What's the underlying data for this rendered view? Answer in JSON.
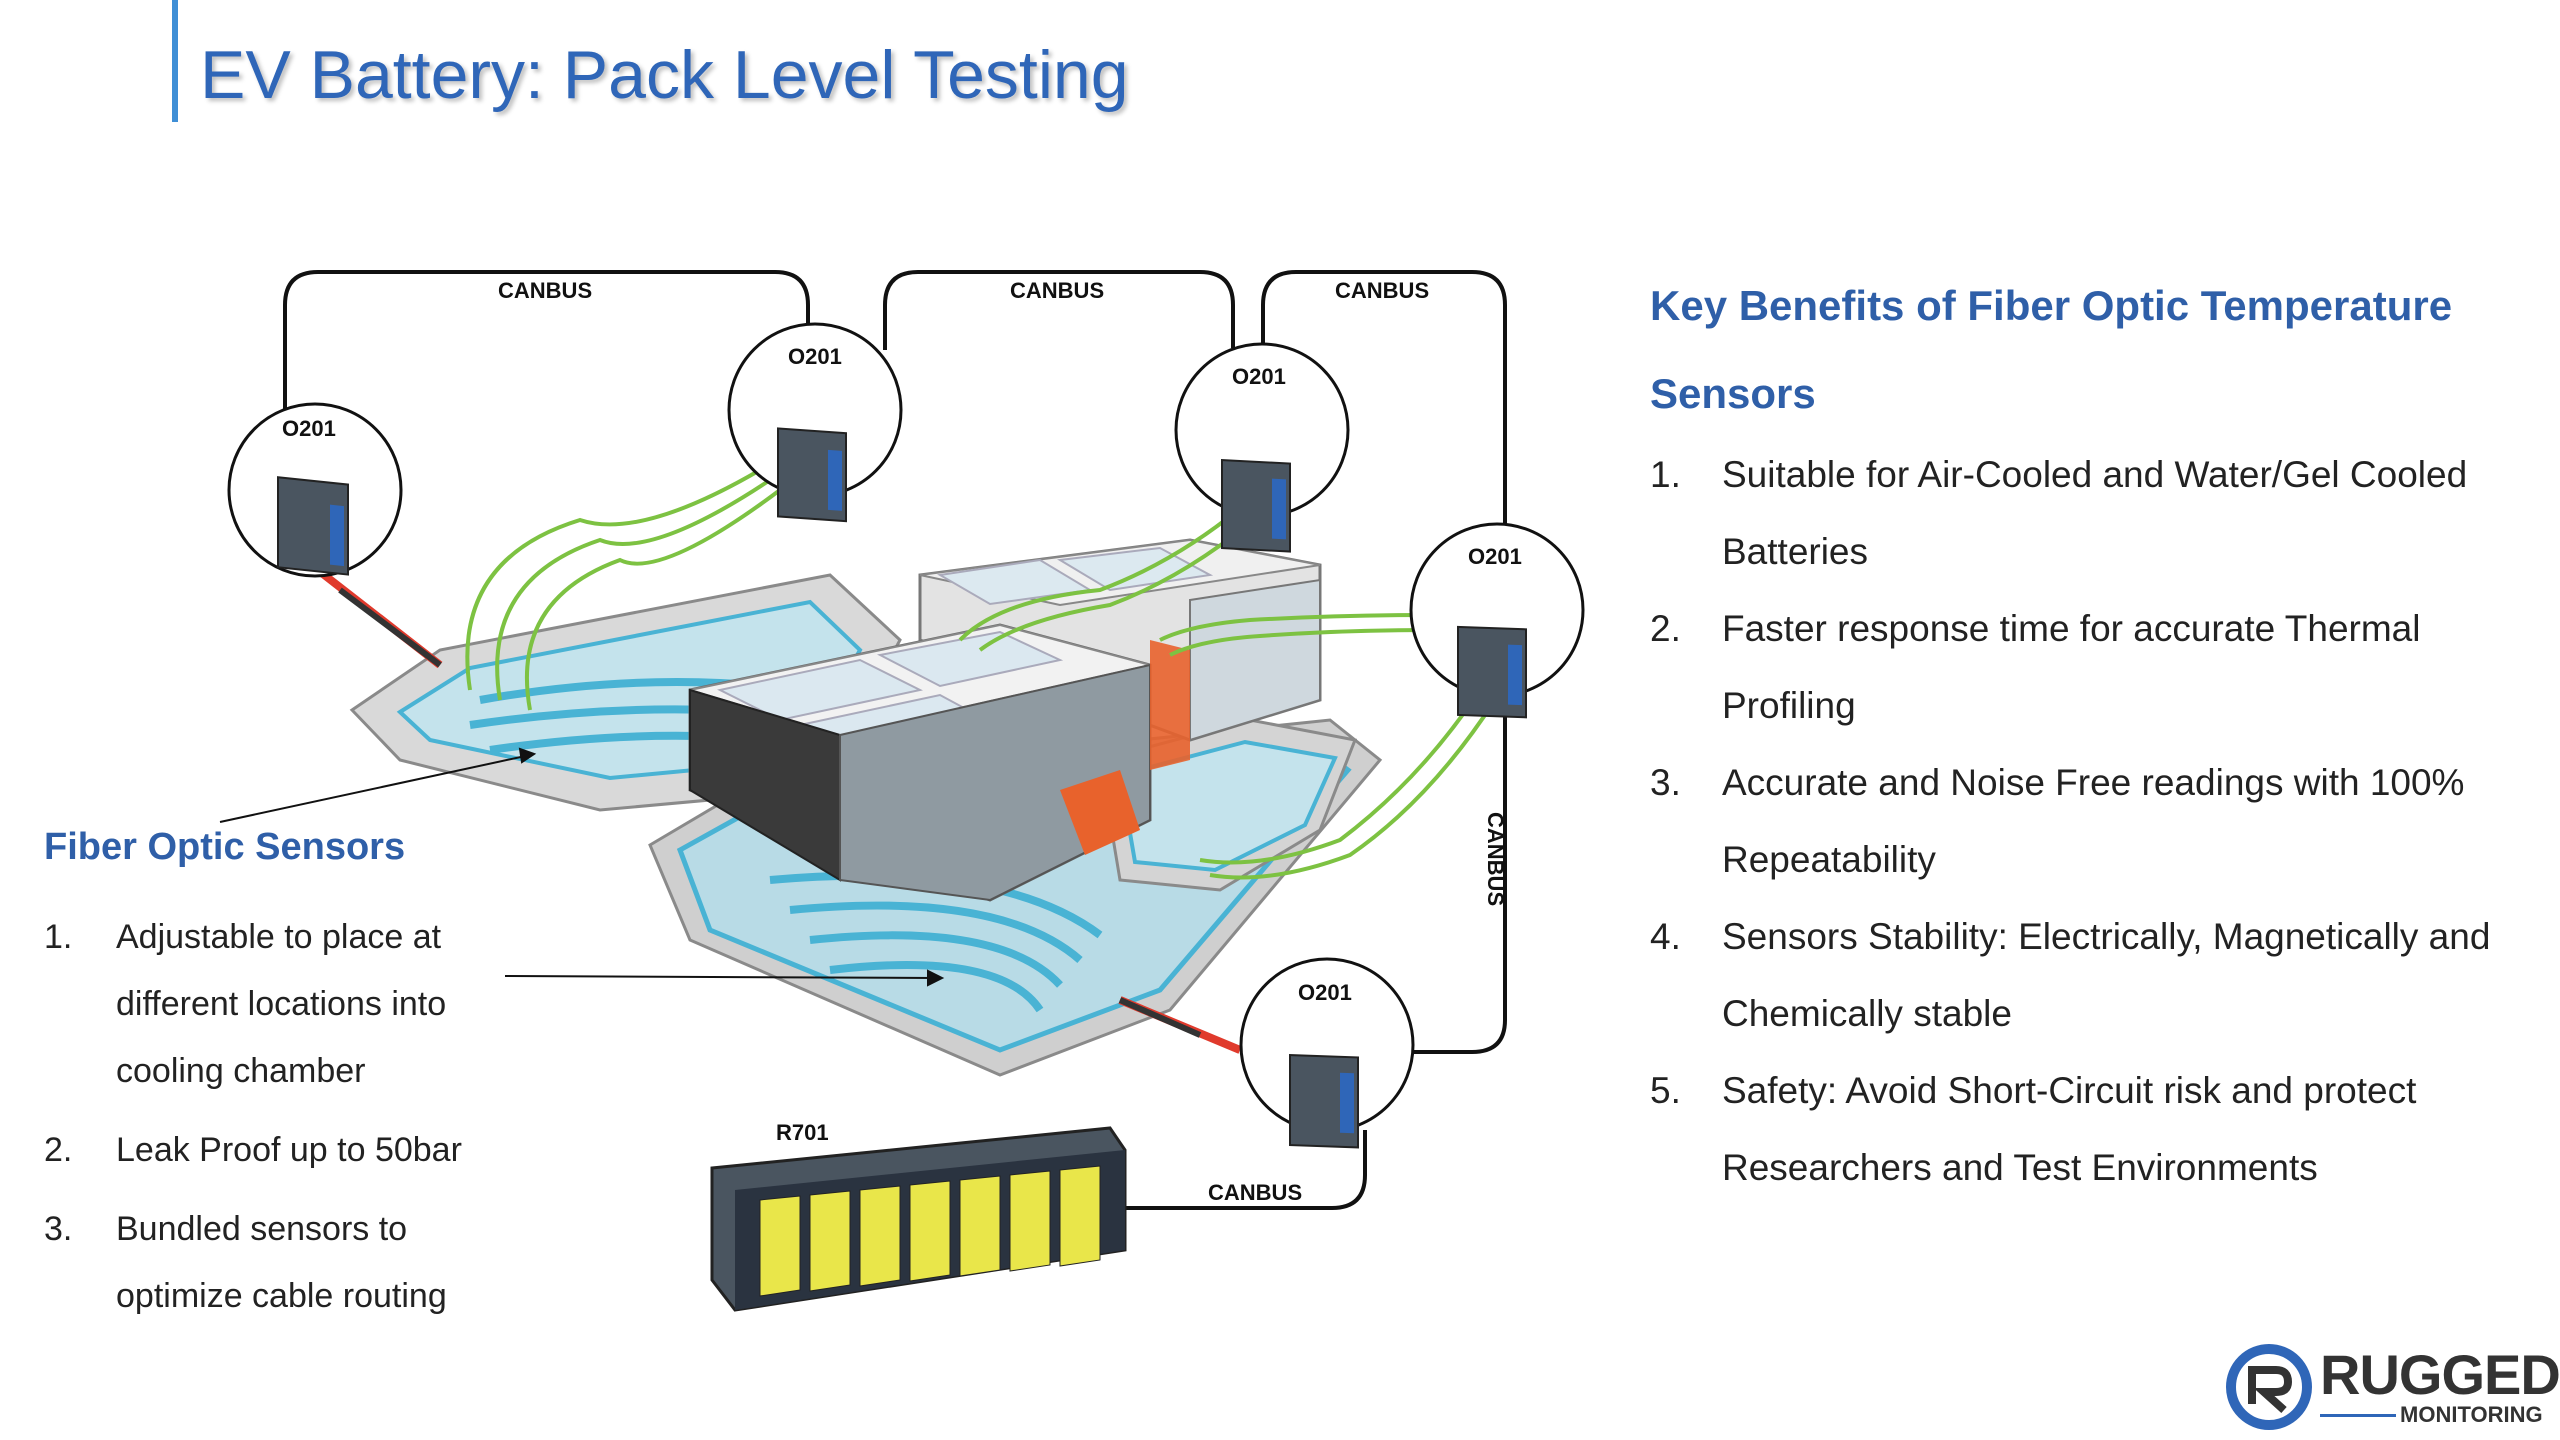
{
  "title": "EV Battery: Pack Level Testing",
  "diagram": {
    "canbus_label": "CANBUS",
    "node_label": "O201",
    "rack_label": "R701",
    "colors": {
      "fiber": "#7dc242",
      "coolant": "#49b3d4",
      "bus": "#111111",
      "tray": "#c9c9c9",
      "accent": "#e8622c"
    }
  },
  "fiber_optic_sensors": {
    "title": "Fiber Optic Sensors",
    "items": [
      {
        "num": "1.",
        "text": "Adjustable to place at different locations into cooling chamber"
      },
      {
        "num": "2.",
        "text": "Leak Proof up to 50bar"
      },
      {
        "num": "3.",
        "text": "Bundled sensors to optimize cable routing"
      }
    ]
  },
  "key_benefits": {
    "title": "Key Benefits of Fiber Optic Temperature Sensors",
    "items": [
      {
        "num": "1.",
        "text": "Suitable for Air-Cooled and Water/Gel Cooled Batteries"
      },
      {
        "num": "2.",
        "text": "Faster response time for accurate Thermal Profiling"
      },
      {
        "num": "3.",
        "text": "Accurate and Noise Free readings with 100% Repeatability"
      },
      {
        "num": "4.",
        "text": "Sensors Stability: Electrically, Magnetically and Chemically stable"
      },
      {
        "num": "5.",
        "text": "Safety: Avoid Short-Circuit risk and protect Researchers and Test Environments"
      }
    ]
  },
  "logo": {
    "name": "RUGGED",
    "sub": "MONITORING",
    "icon": "rugged-monitoring-logo-icon"
  }
}
